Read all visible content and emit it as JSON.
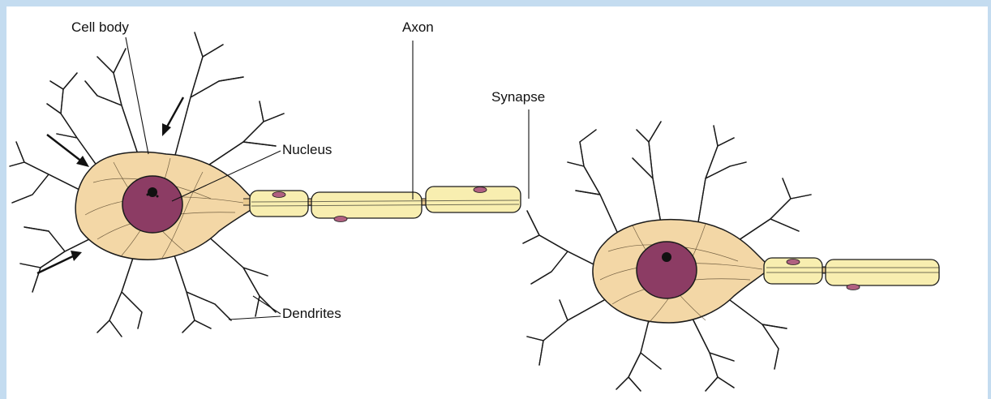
{
  "labels": {
    "cell_body": "Cell body",
    "axon": "Axon",
    "synapse": "Synapse",
    "nucleus": "Nucleus",
    "dendrites": "Dendrites"
  },
  "colors": {
    "frame": "#c4dcf0",
    "cytoplasm": "#f3d7a6",
    "outline": "#1a1a1a",
    "nucleus": "#8c3c64",
    "myelin": "#f8eeb0",
    "schwann_nucleus": "#b06080"
  },
  "icons": [
    "arrow-icon"
  ]
}
